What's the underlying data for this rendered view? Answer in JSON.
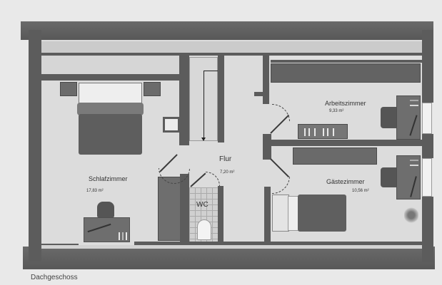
{
  "plan": {
    "title": "Dachgeschoss",
    "colors": {
      "background": "#e9e9e9",
      "wall": "#5c5c5c",
      "floor": "#dcdcdc",
      "furniture": "#6b6b6b",
      "window": "#f2f2f2"
    }
  },
  "rooms": [
    {
      "name": "Schlafzimmer",
      "area": "17,83 m²"
    },
    {
      "name": "Flur",
      "area": "7,20 m²"
    },
    {
      "name": "Arbeitszimmer",
      "area": "9,33 m²"
    },
    {
      "name": "Gästezimmer",
      "area": "10,56 m²"
    },
    {
      "name": "WC"
    }
  ]
}
